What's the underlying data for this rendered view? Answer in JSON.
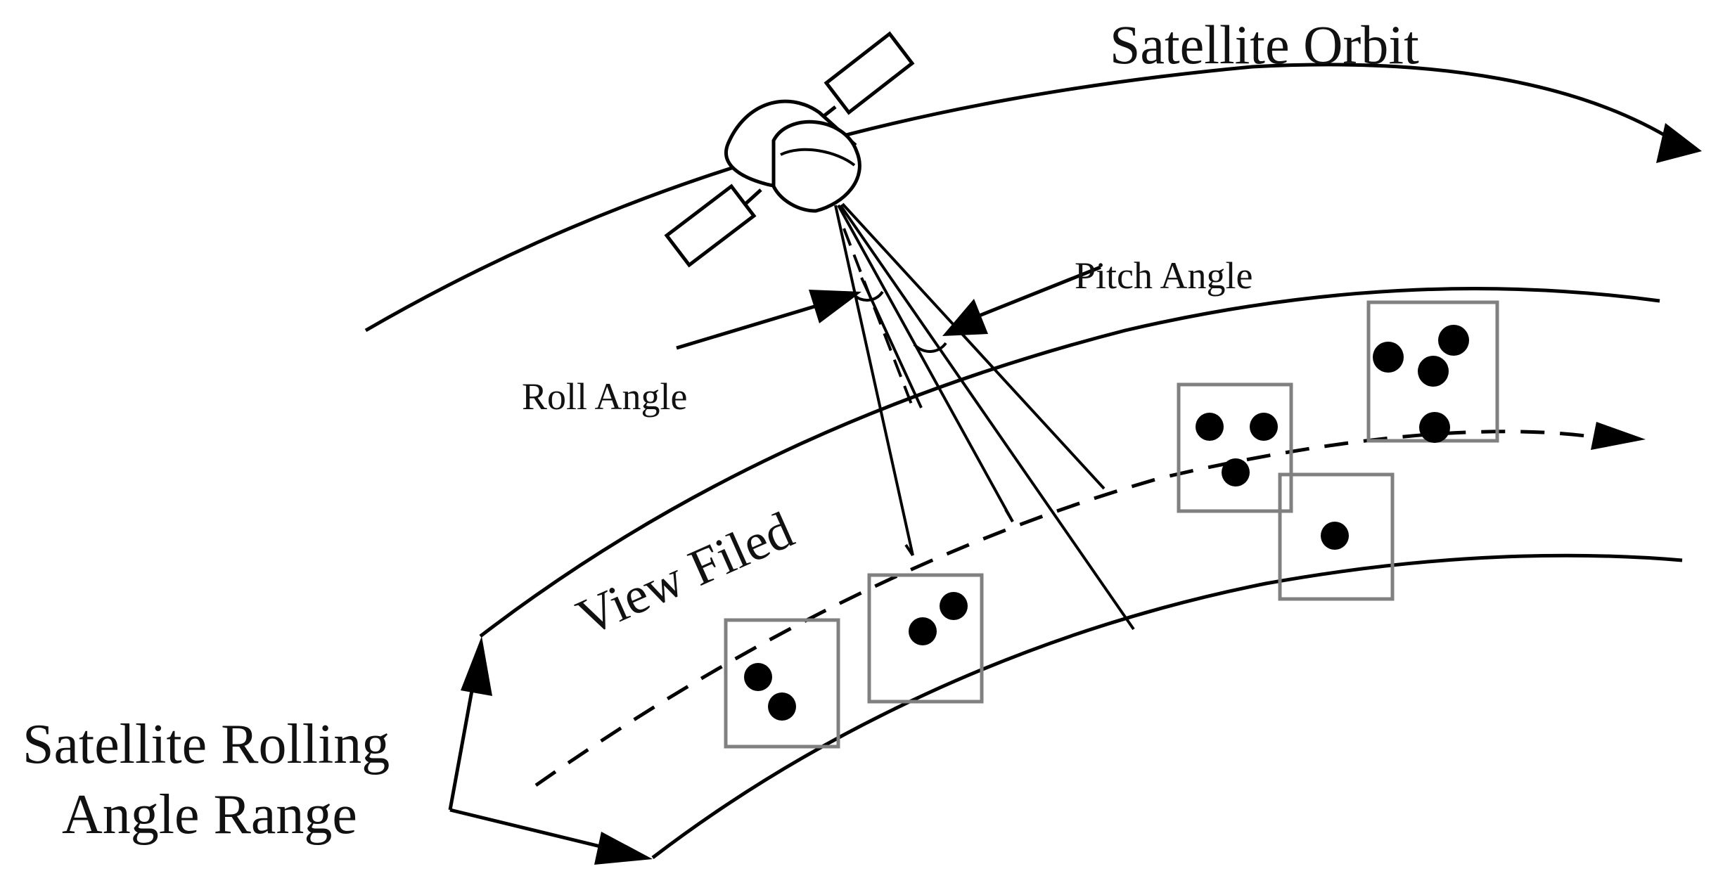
{
  "labels": {
    "satellite_orbit": "Satellite Orbit",
    "pitch_angle": "Pitch Angle",
    "roll_angle": "Roll Angle",
    "view_field": "View Filed",
    "rolling_range_line1": "Satellite Rolling",
    "rolling_range_line2": "Angle Range"
  },
  "colors": {
    "line": "#000000",
    "target_box": "#808080",
    "target_dot": "#000000",
    "background": "#ffffff"
  },
  "targets": [
    {
      "id": "box-1",
      "dot_count": 2
    },
    {
      "id": "box-2",
      "dot_count": 2
    },
    {
      "id": "box-3",
      "dot_count": 3
    },
    {
      "id": "box-4",
      "dot_count": 1
    },
    {
      "id": "box-5",
      "dot_count": 4
    }
  ]
}
